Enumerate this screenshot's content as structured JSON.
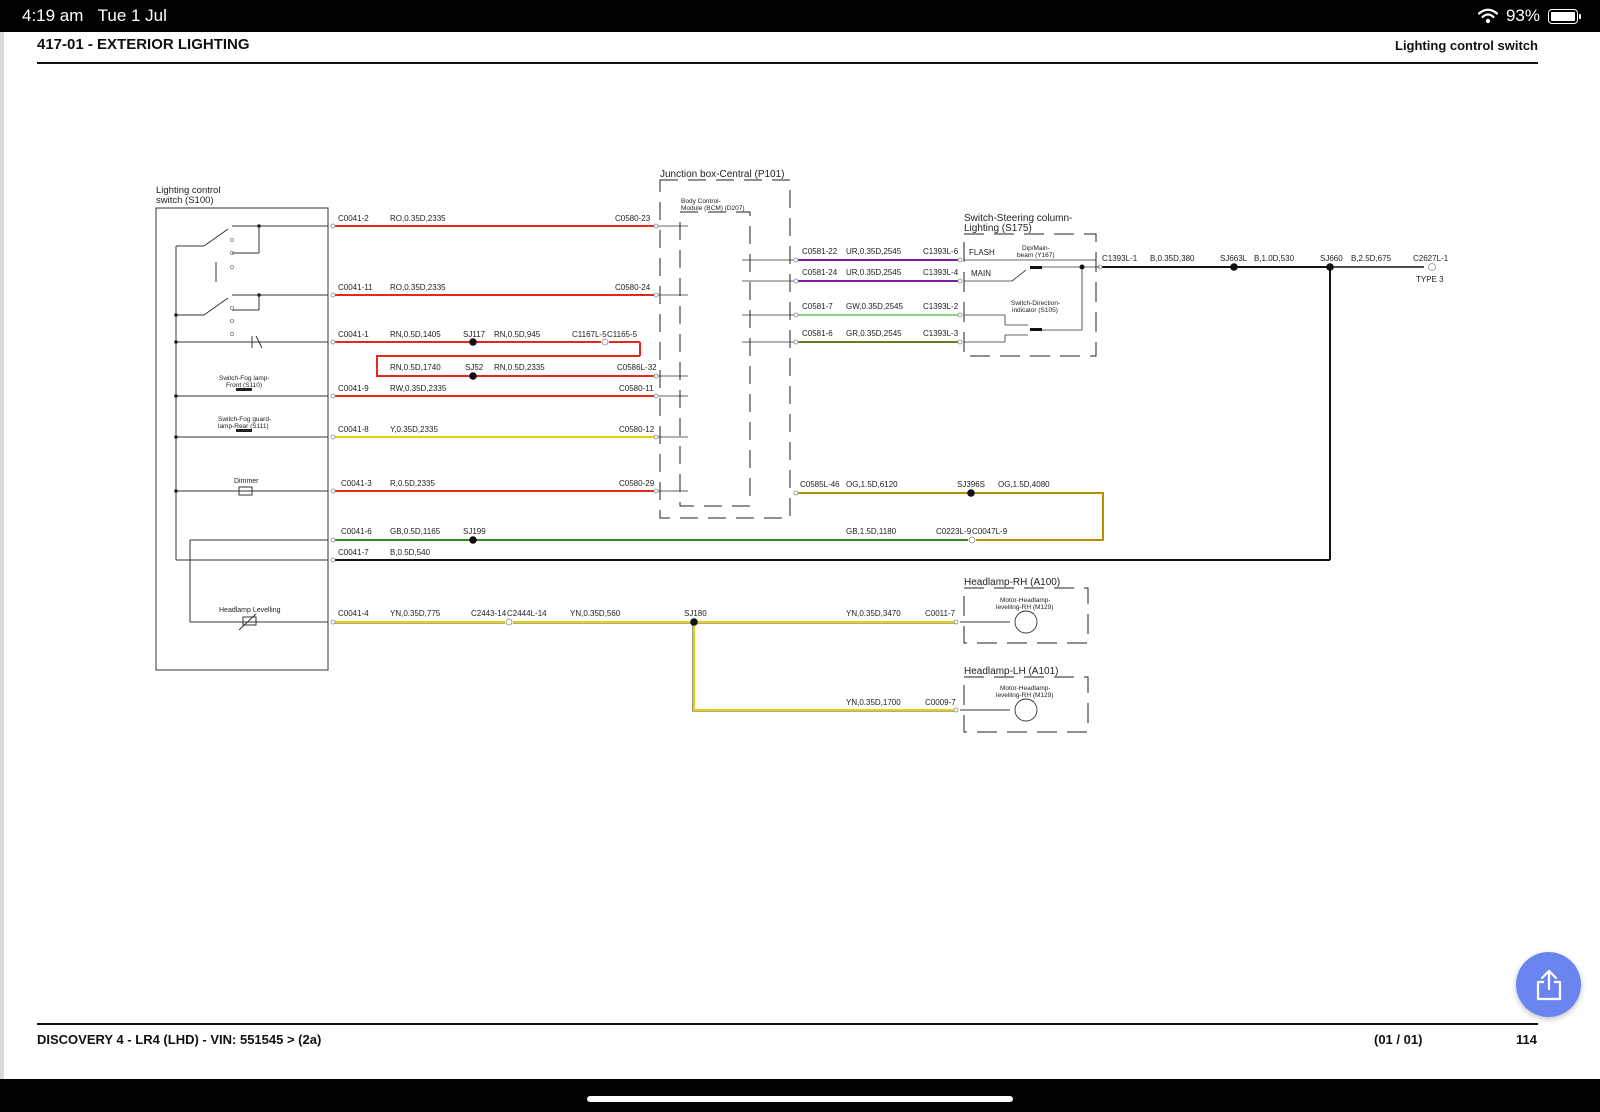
{
  "status_bar": {
    "time": "4:19 am",
    "date": "Tue 1 Jul",
    "battery": "93%",
    "battery_level": 0.93
  },
  "header": {
    "title": "417-01 - EXTERIOR LIGHTING",
    "subtitle": "Lighting control switch"
  },
  "footer": {
    "vehicle": "DISCOVERY 4 - LR4  (LHD) - VIN: 551545 >  (2a)",
    "pages": "(01 / 01)",
    "page_number": "114"
  },
  "icons": {
    "share": "share-icon",
    "wifi": "wifi-icon",
    "battery": "battery-icon"
  },
  "colors": {
    "red": "#e8271c",
    "purple": "#7a1fa2",
    "light_green": "#88d67e",
    "olive_green": "#6b7a1a",
    "yellow": "#e6d200",
    "dark_yellow": "#b58f00",
    "green": "#2f8a22",
    "black": "#111111",
    "share_button": "#6b85f0"
  },
  "diagram": {
    "components": {
      "lighting_switch": [
        "Lighting control",
        "switch (S100)"
      ],
      "junction_box": "Junction box-Central (P101)",
      "bcm": [
        "Body Control-",
        "Module (BCM) (D207)"
      ],
      "steering_switch": [
        "Switch-Steering column-",
        "Lighting (S175)"
      ],
      "dip_main": [
        "Dip/Main-",
        "beam (Y167)"
      ],
      "direction_indicator": [
        "Switch-Direction-",
        "indicator (S105)"
      ],
      "fog_front": [
        "Switch-Fog lamp-",
        "Front (S110)"
      ],
      "fog_rear": [
        "Switch-Fog guard-",
        "lamp-Rear (S111)"
      ],
      "dimmer": "Dimmer",
      "headlamp_levelling": "Headlamp Levelling",
      "headlamp_rh": "Headlamp-RH (A100)",
      "headlamp_lh": "Headlamp-LH (A101)",
      "motor_rh": [
        "Motor-Headlamp-",
        "levelling-RH (M129)"
      ],
      "motor_lh": [
        "Motor-Headlamp-",
        "levelling-RH (M129)"
      ],
      "flash": "FLASH",
      "main": "MAIN",
      "type3": "TYPE 3"
    },
    "labels": {
      "c0041_2": "C0041-2",
      "ro_1": "RO,0.35D,2335",
      "c0580_23": "C0580-23",
      "c0041_11": "C0041-11",
      "ro_2": "RO,0.35D,2335",
      "c0580_24": "C0580-24",
      "c0041_1": "C0041-1",
      "rn_1405": "RN,0.5D,1405",
      "sj117": "SJ117",
      "rn_945": "RN,0.5D,945",
      "c1167": "C1167L-5",
      "c1165": "C1165-5",
      "rn_1740": "RN,0.5D,1740",
      "sj52": "SJ52",
      "rn_2335": "RN,0.5D,2335",
      "c0586": "C0586L-32",
      "c0041_9": "C0041-9",
      "rw": "RW,0.35D,2335",
      "c0580_11": "C0580-11",
      "c0041_8": "C0041-8",
      "y": "Y,0.35D,2335",
      "c0580_12": "C0580-12",
      "c0041_3": "C0041-3",
      "r": "R,0.5D,2335",
      "c0580_29": "C0580-29",
      "c0041_6": "C0041-6",
      "gb_1165": "GB,0.5D,1165",
      "sj199": "SJ199",
      "c0041_7": "C0041-7",
      "b_540": "B,0.5D,540",
      "c0041_4": "C0041-4",
      "yn_775": "YN,0.35D,775",
      "c2443": "C2443-14",
      "c2444": "C2444L-14",
      "yn_560": "YN,0.35D,560",
      "sj180": "SJ180",
      "yn_3470": "YN,0.35D,3470",
      "c0011": "C0011-7",
      "yn_1700": "YN,0.35D,1700",
      "c0009": "C0009-7",
      "c0581_22": "C0581-22",
      "ur_a": "UR,0.35D,2545",
      "c1393_6": "C1393L-6",
      "c0581_24": "C0581-24",
      "ur_b": "UR,0.35D,2545",
      "c1393_4": "C1393L-4",
      "c0581_7": "C0581-7",
      "gw": "GW,0.35D,2545",
      "c1393_2": "C1393L-2",
      "c0581_6": "C0581-6",
      "gr": "GR,0.35D,2545",
      "c1393_3": "C1393L-3",
      "c0585": "C0585L-46",
      "og_6120": "OG,1.5D,6120",
      "sj396s": "SJ396S",
      "og_4080": "OG,1.5D,4080",
      "gb_1180": "GB,1.5D,1180",
      "c0223": "C0223L-9",
      "c0047": "C0047L-9",
      "c1393_1": "C1393L-1",
      "b_380": "B,0.35D,380",
      "sj663l": "SJ663L",
      "b_530": "B,1.0D,530",
      "sj660": "SJ660",
      "b_675": "B,2.5D,675",
      "c2627": "C2627L-1"
    }
  }
}
